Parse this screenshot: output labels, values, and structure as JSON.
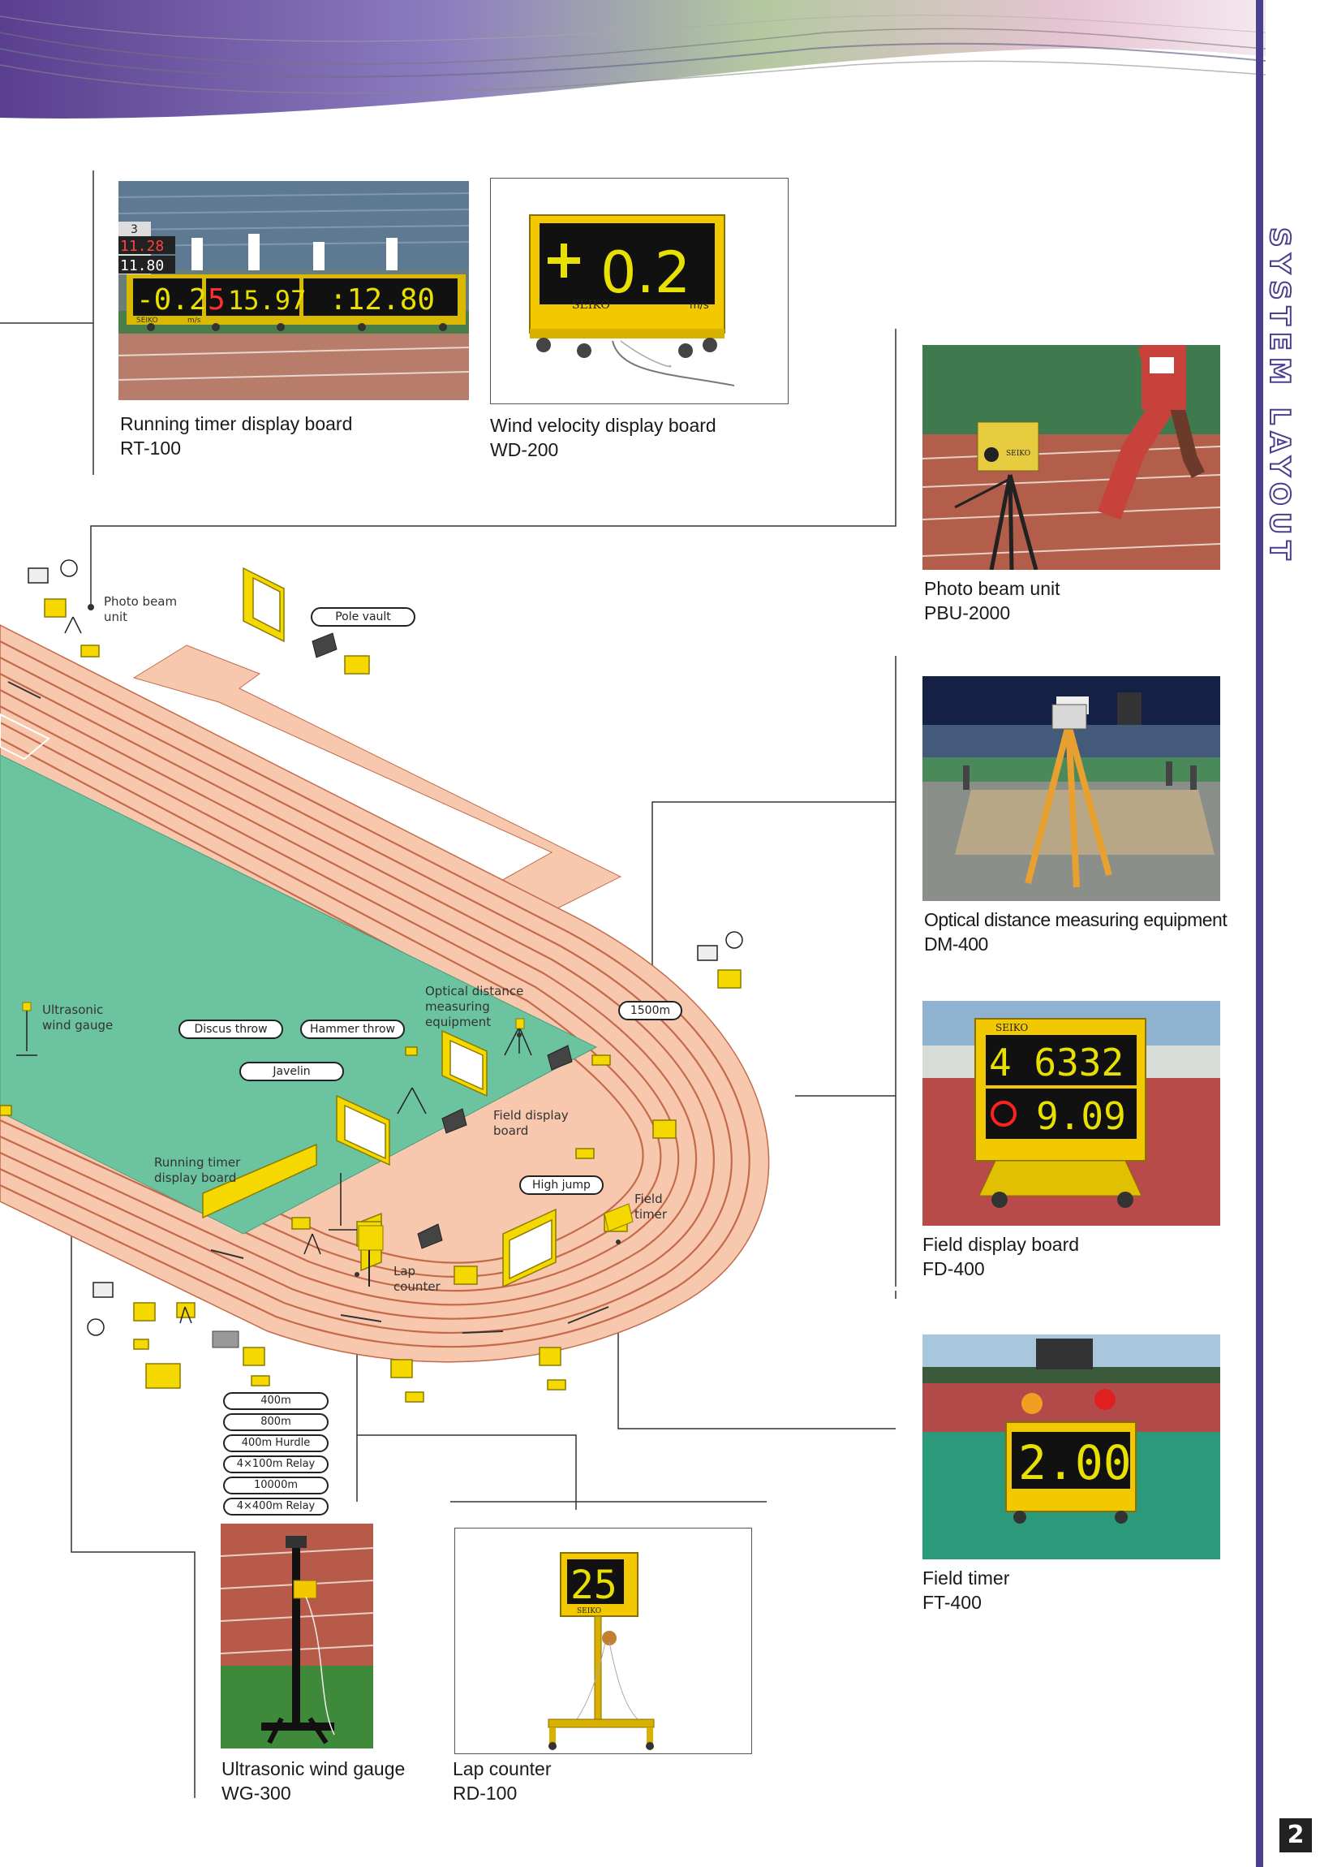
{
  "page_title": "SYSTEM LAYOUT",
  "page_number": "2",
  "products": [
    {
      "id": "rt",
      "name": "Running timer display board",
      "model": "RT-100"
    },
    {
      "id": "wd",
      "name": "Wind velocity display board",
      "model": "WD-200"
    },
    {
      "id": "pbu",
      "name": "Photo beam unit",
      "model": "PBU-2000"
    },
    {
      "id": "dm",
      "name": "Optical distance measuring equipment",
      "model": "DM-400"
    },
    {
      "id": "fd",
      "name": "Field display board",
      "model": "FD-400"
    },
    {
      "id": "ft",
      "name": "Field timer",
      "model": "FT-400"
    },
    {
      "id": "wg",
      "name": "Ultrasonic wind gauge",
      "model": "WG-300"
    },
    {
      "id": "rd",
      "name": "Lap counter",
      "model": "RD-100"
    }
  ],
  "diagram_labels": {
    "photo_beam_unit": [
      "Photo beam",
      "unit"
    ],
    "ultrasonic_wind_gauge": [
      "Ultrasonic",
      "wind gauge"
    ],
    "optical_distance": [
      "Optical distance",
      "measuring",
      "equipment"
    ],
    "field_display_board": [
      "Field display",
      "board"
    ],
    "running_timer": [
      "Running timer",
      "display board"
    ],
    "field_timer": [
      "Field",
      "timer"
    ],
    "lap_counter": [
      "Lap",
      "counter"
    ]
  },
  "events": {
    "pole_vault": "Pole vault",
    "discus_throw": "Discus throw",
    "hammer_throw": "Hammer throw",
    "javelin": "Javelin",
    "high_jump": "High jump",
    "m1500": "1500m"
  },
  "race_list": [
    "400m",
    "800m",
    "400m Hurdle",
    "4×100m Relay",
    "10000m",
    "4×400m Relay"
  ],
  "screens": {
    "rt_wind": "-0.2",
    "rt_lane": "5",
    "rt_time1": "15.97",
    "rt_time2": ":12.80",
    "rt_place": "3",
    "rt_side1": "11.28",
    "rt_side2": "11.80",
    "rt_brand": "SEIKO",
    "rt_unit": "m/s",
    "wd_value": "0.2",
    "wd_brand": "SEIKO",
    "wd_unit": "m/s",
    "pbu_brand": "SEIKO",
    "fd_brand": "SEIKO",
    "fd_top": "4 6332",
    "fd_bottom": "9.09",
    "ft_value": "2.00",
    "rd_value": "25",
    "rd_brand": "SEIKO"
  },
  "colors": {
    "accent_bar": "#4b3f8f",
    "field_green": "#6cc3a0",
    "track_salmon": "#f7c8ae",
    "track_lines": "#c46a4a",
    "equipment_yellow": "#f5d800",
    "display_digits": "#e8e000"
  }
}
